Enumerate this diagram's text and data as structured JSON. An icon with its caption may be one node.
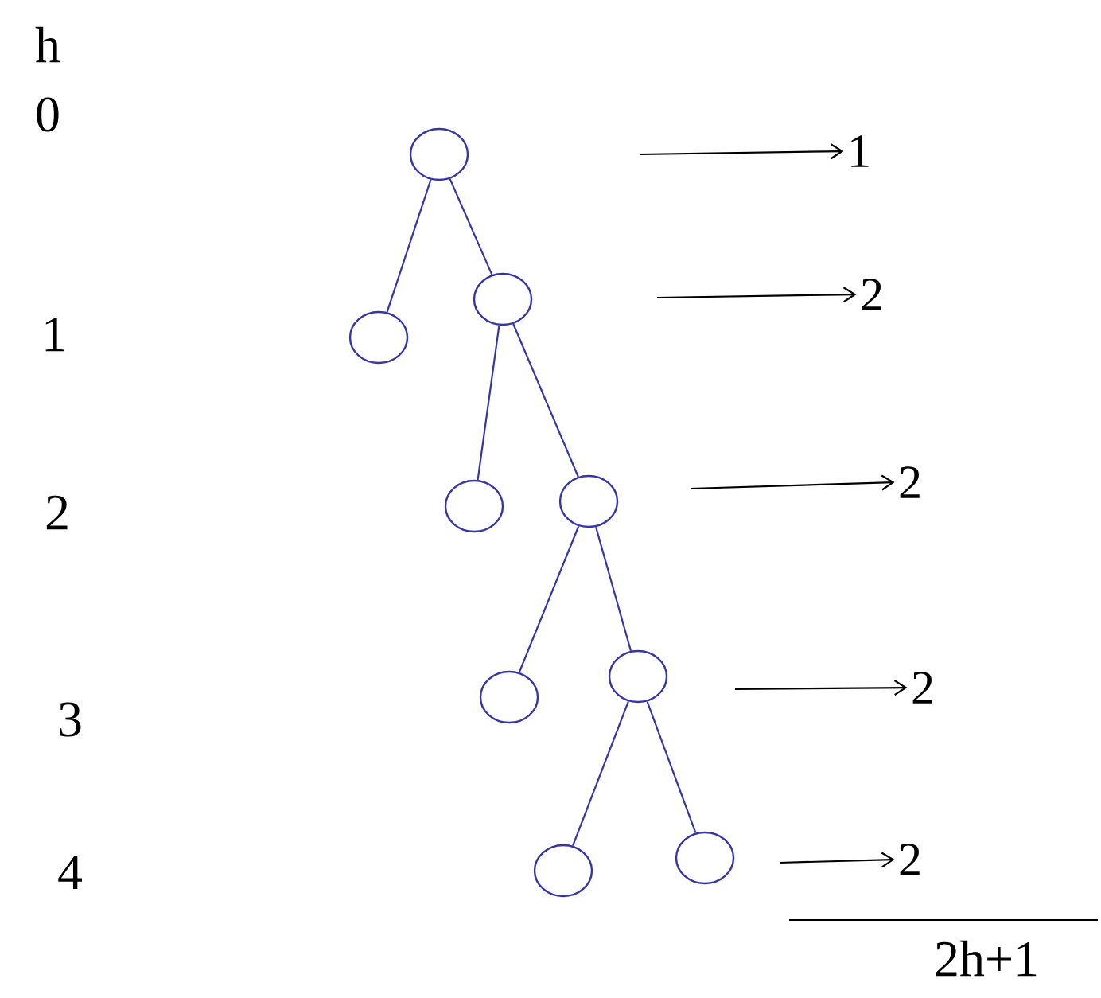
{
  "diagram": {
    "nodes": [
      {
        "text": [],
        "shape": "circle"
      },
      {
        "text": [],
        "shape": "circle"
      },
      {
        "text": [],
        "shape": "circle"
      },
      {
        "text": [],
        "shape": "circle"
      },
      {
        "text": [],
        "shape": "circle"
      },
      {
        "text": [],
        "shape": "circle"
      },
      {
        "text": [],
        "shape": "circle"
      },
      {
        "text": [],
        "shape": "circle"
      },
      {
        "text": [],
        "shape": "circle"
      },
      {
        "text": [
          "1"
        ]
      },
      {
        "text": [
          "2"
        ]
      },
      {
        "text": [
          "2"
        ]
      },
      {
        "text": [
          "2"
        ]
      },
      {
        "text": [
          "2"
        ]
      }
    ],
    "edges": [
      {
        "from": 0,
        "to": 1,
        "arrow": "none"
      },
      {
        "from": 0,
        "to": 2,
        "arrow": "none"
      },
      {
        "from": 2,
        "to": 3,
        "arrow": "none"
      },
      {
        "from": 2,
        "to": 4,
        "arrow": "none"
      },
      {
        "from": 4,
        "to": 5,
        "arrow": "none"
      },
      {
        "from": 4,
        "to": 6,
        "arrow": "none"
      },
      {
        "from": 6,
        "to": 7,
        "arrow": "none"
      },
      {
        "from": 6,
        "to": 8,
        "arrow": "none"
      },
      {
        "from": null,
        "to": 9,
        "arrow": "to",
        "color": "#000000"
      },
      {
        "from": null,
        "to": 10,
        "arrow": "to",
        "color": "#000000"
      },
      {
        "from": null,
        "to": 11,
        "arrow": "to",
        "color": "#000000"
      },
      {
        "from": null,
        "to": 12,
        "arrow": "to",
        "color": "#000000"
      },
      {
        "from": null,
        "to": 13,
        "arrow": "to",
        "color": "#000000"
      }
    ],
    "labels": [
      "h",
      "0",
      "1",
      "2",
      "3",
      "4",
      "2h+1"
    ]
  }
}
